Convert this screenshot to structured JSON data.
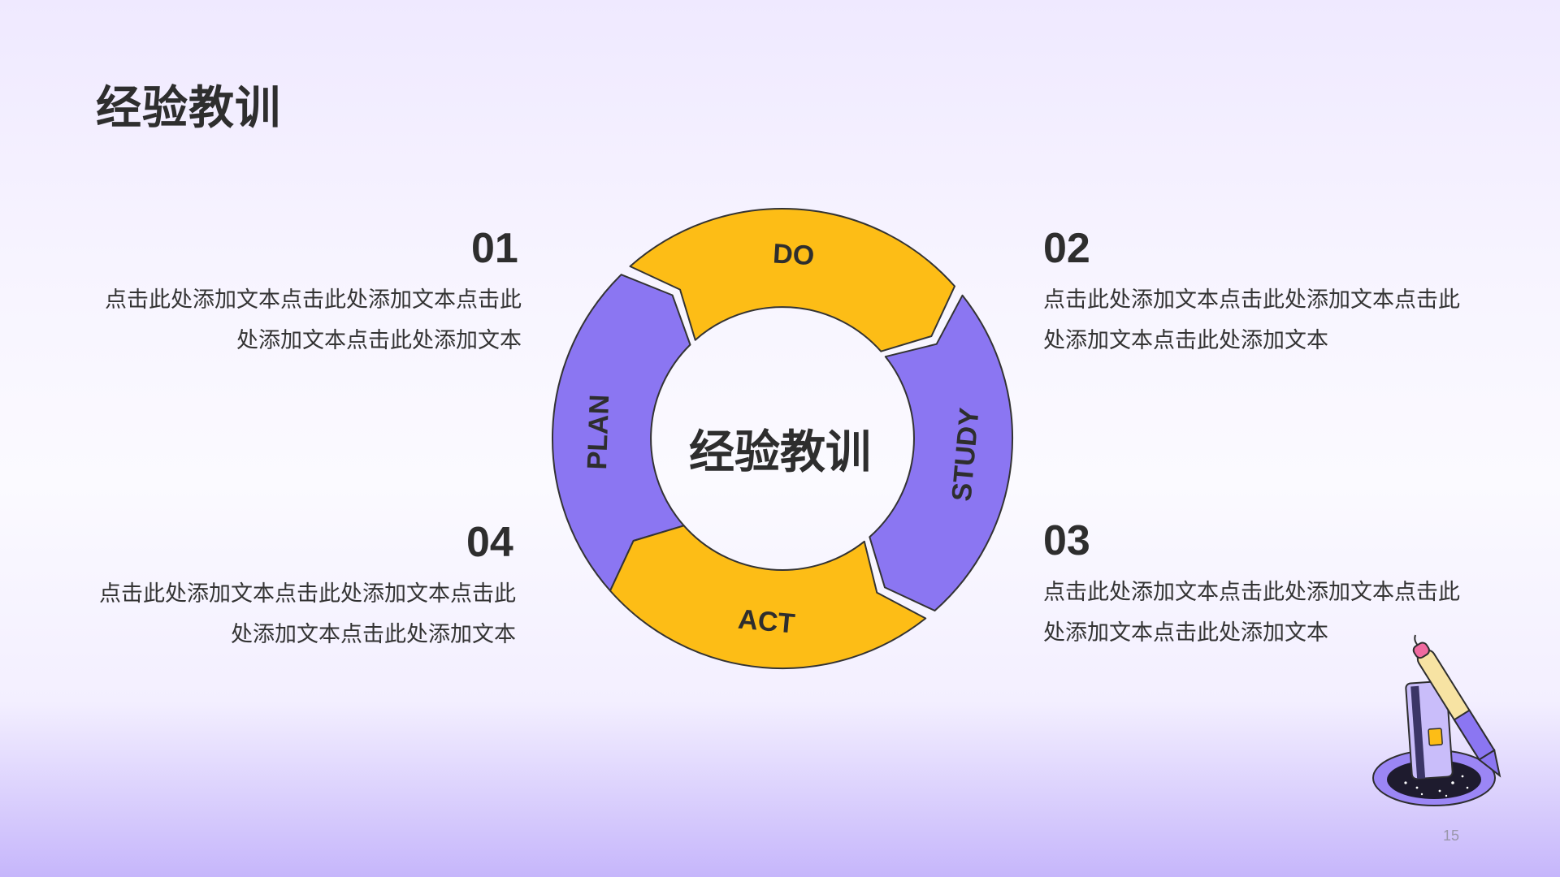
{
  "title": "经验教训",
  "center_label": "经验教训",
  "colors": {
    "purple": "#8b76f2",
    "yellow": "#fdbd16",
    "outline": "#333333"
  },
  "cycle": {
    "segments": [
      {
        "label": "PLAN",
        "color": "purple"
      },
      {
        "label": "DO",
        "color": "yellow"
      },
      {
        "label": "STUDY",
        "color": "purple"
      },
      {
        "label": "ACT",
        "color": "yellow"
      }
    ]
  },
  "items": [
    {
      "number": "01",
      "text": "点击此处添加文本点击此处添加文本点击此处添加文本点击此处添加文本"
    },
    {
      "number": "02",
      "text": "点击此处添加文本点击此处添加文本点击此处添加文本点击此处添加文本"
    },
    {
      "number": "03",
      "text": "点击此处添加文本点击此处添加文本点击此处添加文本点击此处添加文本"
    },
    {
      "number": "04",
      "text": "点击此处添加文本点击此处添加文本点击此处添加文本点击此处添加文本"
    }
  ],
  "illustration_icon": "credit-card-pen-hole-illustration",
  "page_number": "15"
}
